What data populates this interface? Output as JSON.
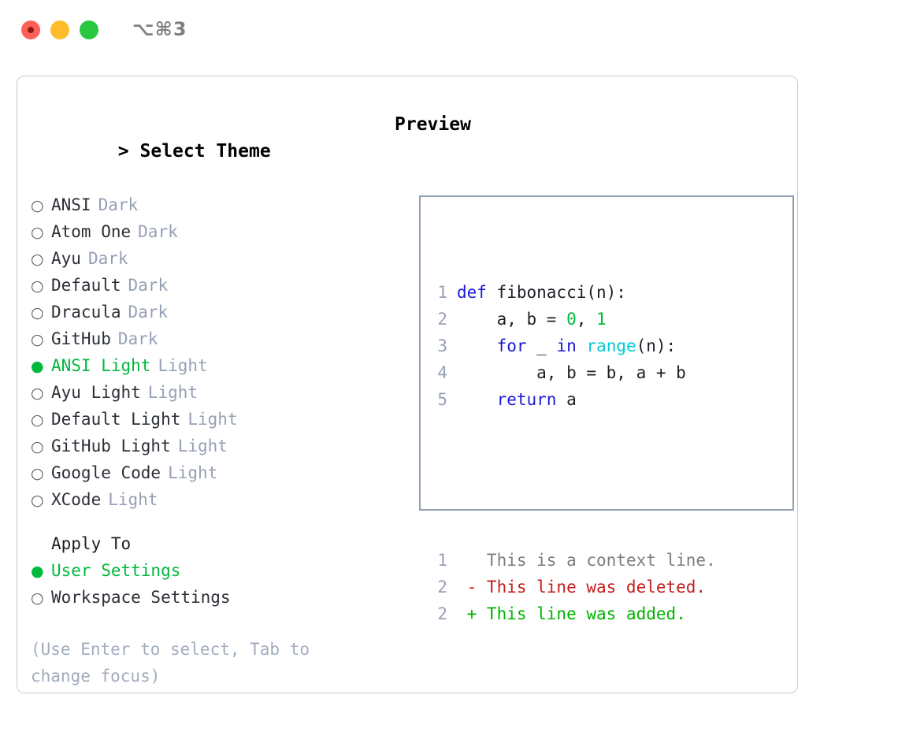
{
  "titlebar": {
    "shortcut": "⌥⌘3",
    "buttons": [
      {
        "name": "close",
        "color": "#ff6158"
      },
      {
        "name": "minimize",
        "color": "#ffbd2e"
      },
      {
        "name": "zoom",
        "color": "#28c840"
      }
    ]
  },
  "colors": {
    "accent_green": "#00b83c",
    "muted": "#96a0b4",
    "hint": "#a2acbd",
    "border": "#c4cbd8",
    "preview_border": "#93a0b2",
    "keyword_blue": "#1a1ad6",
    "builtin_cyan": "#00ccd6",
    "diff_deleted": "#c41e1e",
    "diff_added": "#00b300"
  },
  "theme_panel": {
    "heading": "Select Theme",
    "caret": ">",
    "bullet_off": "○",
    "bullet_on": "●",
    "items": [
      {
        "label": "ANSI",
        "tag": "Dark",
        "selected": false
      },
      {
        "label": "Atom One",
        "tag": "Dark",
        "selected": false
      },
      {
        "label": "Ayu",
        "tag": "Dark",
        "selected": false
      },
      {
        "label": "Default",
        "tag": "Dark",
        "selected": false
      },
      {
        "label": "Dracula",
        "tag": "Dark",
        "selected": false
      },
      {
        "label": "GitHub",
        "tag": "Dark",
        "selected": false
      },
      {
        "label": "ANSI Light",
        "tag": "Light",
        "selected": true
      },
      {
        "label": "Ayu Light",
        "tag": "Light",
        "selected": false
      },
      {
        "label": "Default Light",
        "tag": "Light",
        "selected": false
      },
      {
        "label": "GitHub Light",
        "tag": "Light",
        "selected": false
      },
      {
        "label": "Google Code",
        "tag": "Light",
        "selected": false
      },
      {
        "label": "XCode",
        "tag": "Light",
        "selected": false
      }
    ]
  },
  "apply_to": {
    "heading": "Apply To",
    "items": [
      {
        "label": "User Settings",
        "selected": true
      },
      {
        "label": "Workspace Settings",
        "selected": false
      }
    ]
  },
  "hint": "(Use Enter to select, Tab to change focus)",
  "preview": {
    "title": "Preview",
    "code_lines": [
      {
        "n": "1",
        "tokens": [
          {
            "t": "def ",
            "c": "kw"
          },
          {
            "t": "fibonacci(n):",
            "c": "fn"
          }
        ]
      },
      {
        "n": "2",
        "tokens": [
          {
            "t": "    a, b = ",
            "c": "pl"
          },
          {
            "t": "0",
            "c": "num"
          },
          {
            "t": ", ",
            "c": "pl"
          },
          {
            "t": "1",
            "c": "num"
          }
        ]
      },
      {
        "n": "3",
        "tokens": [
          {
            "t": "    ",
            "c": "pl"
          },
          {
            "t": "for",
            "c": "kw"
          },
          {
            "t": " _ ",
            "c": "pl"
          },
          {
            "t": "in",
            "c": "kw"
          },
          {
            "t": " ",
            "c": "pl"
          },
          {
            "t": "range",
            "c": "bi"
          },
          {
            "t": "(n):",
            "c": "pl"
          }
        ]
      },
      {
        "n": "4",
        "tokens": [
          {
            "t": "        a, b = b, a + b",
            "c": "pl"
          }
        ]
      },
      {
        "n": "5",
        "tokens": [
          {
            "t": "    ",
            "c": "pl"
          },
          {
            "t": "return",
            "c": "kw"
          },
          {
            "t": " a",
            "c": "pl"
          }
        ]
      }
    ],
    "diff_lines": [
      {
        "n": "1",
        "marker": " ",
        "text": "This is a context line.",
        "kind": "ctx"
      },
      {
        "n": "2",
        "marker": "-",
        "text": "This line was deleted.",
        "kind": "del"
      },
      {
        "n": "2",
        "marker": "+",
        "text": "This line was added.",
        "kind": "add"
      }
    ]
  }
}
